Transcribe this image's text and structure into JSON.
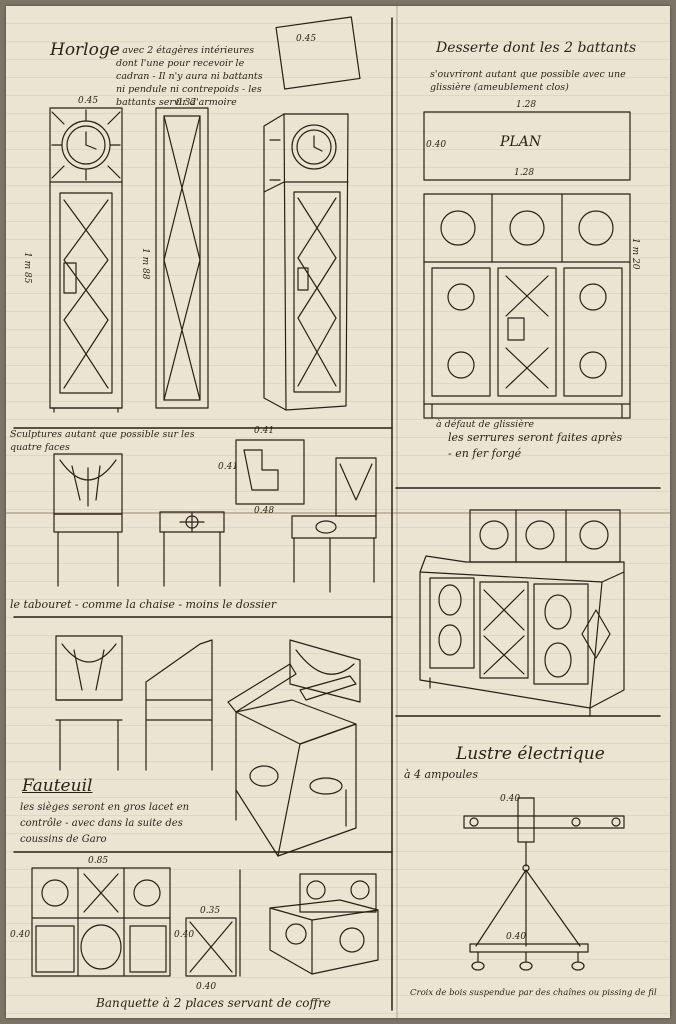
{
  "clock": {
    "title": "Horloge",
    "note": "- avec 2 étagères intérieures dont l'une pour recevoir le cadran - Il n'y aura ni battants ni pendule ni contrepoids - les battants servir d'armoire",
    "height_label": "1 m 85",
    "height_label_side": "1 m 88",
    "width_label": "0.45",
    "side_label": "0.32",
    "top_label": "0.45"
  },
  "desserte": {
    "title": "Desserte dont les 2 battants",
    "note": "s'ouvriront autant que possible avec une glissière (ameublement clos)",
    "plan_label": "PLAN",
    "width_label": "1.28",
    "depth_label": "0.40",
    "height_label": "1 m 20",
    "footnote": "à défaut de glissière",
    "bottom_note": "les serrures seront faites après - en fer forgé"
  },
  "chair": {
    "note": "Sculptures autant que possible sur les quatre faces",
    "dims": [
      "0.41",
      "0.41",
      "0.48"
    ],
    "stool_note": "le tabouret - comme la chaise - moins le dossier"
  },
  "fauteuil": {
    "title": "Fauteuil",
    "note": "les sièges seront en gros lacet en contrôle - avec dans la suite des coussins de Garo"
  },
  "lustre": {
    "title": "Lustre électrique",
    "subtitle": "à 4 ampoules",
    "dim_top": "0.40",
    "dim_bottom": "0.40",
    "footnote": "Croix de bois suspendue par des chaînes ou pissing de fil"
  },
  "banquette": {
    "title": "Banquette à 2 places servant de coffre",
    "width_label": "0.85",
    "dim_side": "0.40",
    "dim_small": "0.35",
    "dim_front": "0.40",
    "dim_bottom": "0.40"
  }
}
